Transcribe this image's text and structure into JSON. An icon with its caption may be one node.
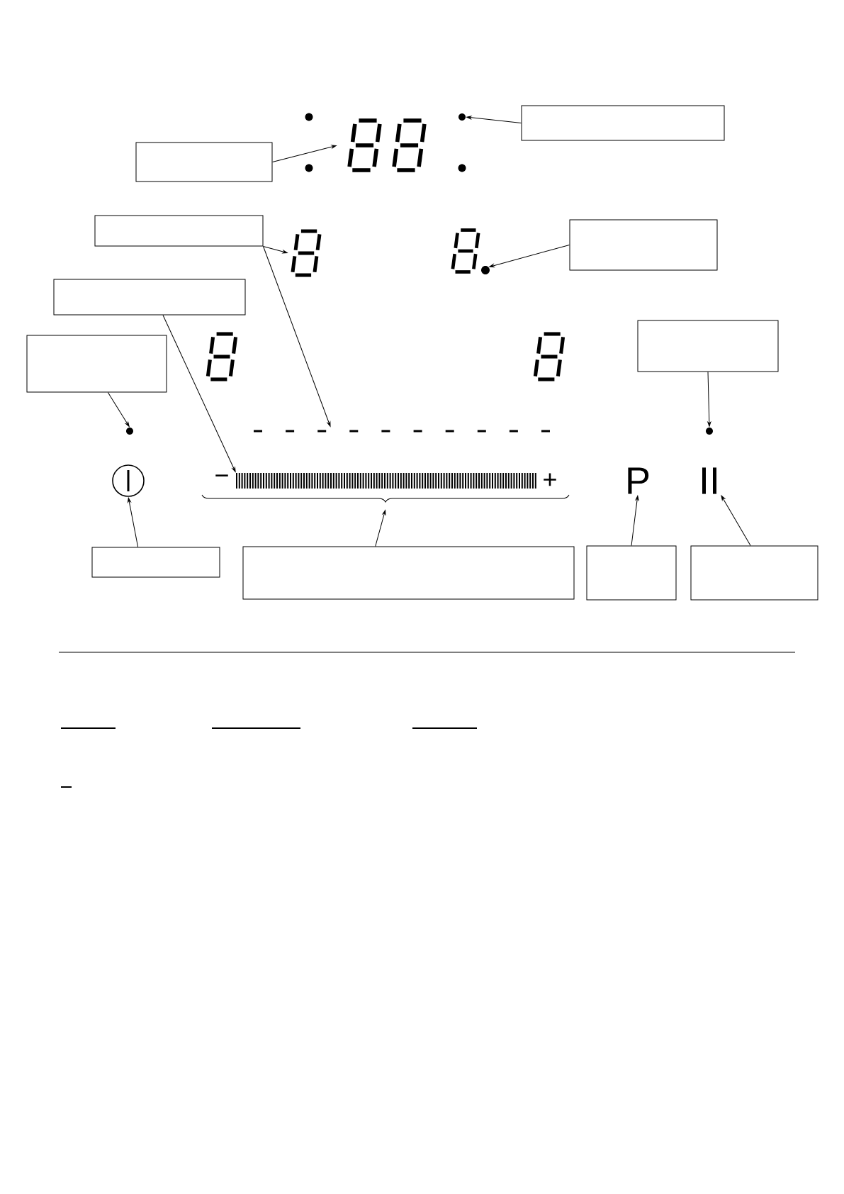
{
  "diagram": {
    "nodes": [
      {
        "text": [],
        "shape": "box"
      },
      {
        "text": [],
        "shape": "circle"
      },
      {
        "text": [],
        "shape": "box"
      },
      {
        "text": [],
        "shape": "display"
      },
      {
        "text": [],
        "shape": "box"
      },
      {
        "text": [],
        "shape": "display"
      },
      {
        "text": [],
        "shape": "box"
      },
      {
        "text": [],
        "shape": "circle"
      },
      {
        "text": [],
        "shape": "box"
      },
      {
        "text": [],
        "shape": "box"
      },
      {
        "text": [],
        "shape": "box"
      },
      {
        "text": [],
        "shape": "circle"
      },
      {
        "text": [],
        "shape": "dashes"
      },
      {
        "text": [],
        "shape": "circle"
      },
      {
        "text": [],
        "shape": "symbol"
      },
      {
        "text": [],
        "shape": "bar"
      },
      {
        "text": [],
        "shape": "brace"
      },
      {
        "text": [
          "P"
        ]
      },
      {
        "text": [
          "II"
        ]
      },
      {
        "text": [],
        "shape": "box"
      },
      {
        "text": [],
        "shape": "box"
      },
      {
        "text": [],
        "shape": "box"
      },
      {
        "text": [],
        "shape": "box"
      }
    ],
    "edges": [
      {
        "from": 0,
        "to": 1,
        "arrow": "to"
      },
      {
        "from": 2,
        "to": 3,
        "arrow": "to"
      },
      {
        "from": 4,
        "to": 5,
        "arrow": "to"
      },
      {
        "from": 4,
        "to": 12,
        "arrow": "to"
      },
      {
        "from": 6,
        "to": 7,
        "arrow": "to"
      },
      {
        "from": 8,
        "to": 15,
        "arrow": "to"
      },
      {
        "from": 9,
        "to": 11,
        "arrow": "to"
      },
      {
        "from": 10,
        "to": 13,
        "arrow": "to"
      },
      {
        "from": 19,
        "to": 14,
        "arrow": "to"
      },
      {
        "from": 20,
        "to": 16,
        "arrow": "to"
      },
      {
        "from": 21,
        "to": 17,
        "arrow": "to"
      },
      {
        "from": 22,
        "to": 18,
        "arrow": "to"
      }
    ],
    "labels": [
      "−",
      "+"
    ]
  }
}
